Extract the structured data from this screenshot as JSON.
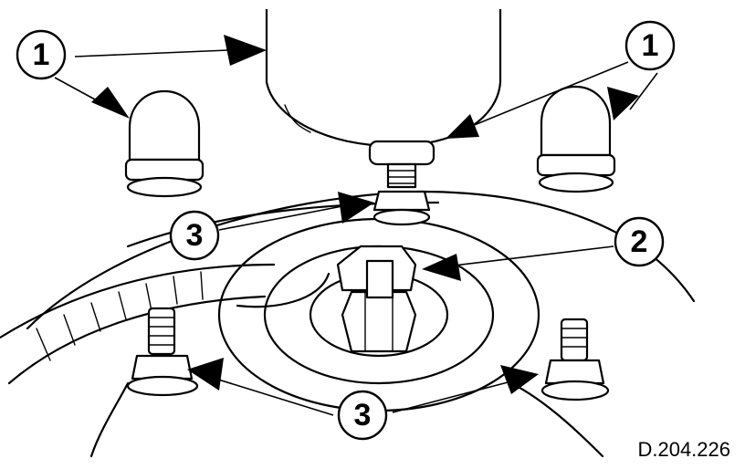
{
  "diagram": {
    "callouts": [
      {
        "id": "c1-left",
        "label": "1"
      },
      {
        "id": "c1-right",
        "label": "1"
      },
      {
        "id": "c2",
        "label": "2"
      },
      {
        "id": "c3-upper",
        "label": "3"
      },
      {
        "id": "c3-lower",
        "label": "3"
      }
    ],
    "reference_code": "D.204.226",
    "colors": {
      "ink": "#000000",
      "paper": "#ffffff"
    }
  }
}
